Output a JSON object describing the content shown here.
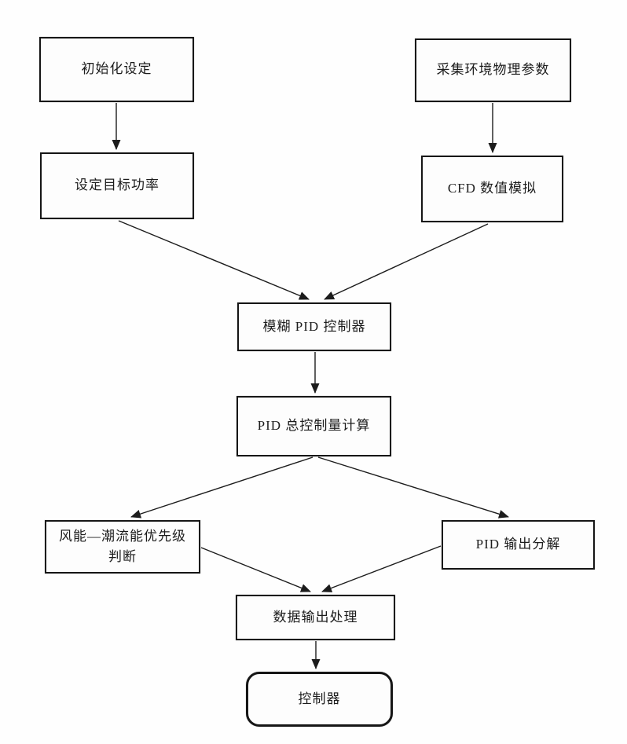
{
  "diagram": {
    "kind": "flowchart",
    "background_color": "#fefefe",
    "line_color": "#1c1c1c",
    "box_fill_color": "#fdfdfd",
    "nodes": [
      {
        "id": "init",
        "label": "初始化设定",
        "shape": "rect"
      },
      {
        "id": "collect",
        "label": "采集环境物理参数",
        "shape": "rect"
      },
      {
        "id": "target",
        "label": "设定目标功率",
        "shape": "rect"
      },
      {
        "id": "cfd",
        "label": "CFD 数值模拟",
        "shape": "rect"
      },
      {
        "id": "fuzzy",
        "label": "模糊 PID 控制器",
        "shape": "rect"
      },
      {
        "id": "total",
        "label": "PID 总控制量计算",
        "shape": "rect"
      },
      {
        "id": "priority",
        "label": "风能—潮流能优先级判断",
        "shape": "rect"
      },
      {
        "id": "decomp",
        "label": "PID 输出分解",
        "shape": "rect"
      },
      {
        "id": "dataout",
        "label": "数据输出处理",
        "shape": "rect"
      },
      {
        "id": "controller",
        "label": "控制器",
        "shape": "rounded-rect"
      }
    ],
    "edges": [
      {
        "from": "init",
        "to": "target",
        "style": "arrow"
      },
      {
        "from": "collect",
        "to": "cfd",
        "style": "arrow"
      },
      {
        "from": "target",
        "to": "fuzzy",
        "style": "arrow"
      },
      {
        "from": "cfd",
        "to": "fuzzy",
        "style": "arrow"
      },
      {
        "from": "fuzzy",
        "to": "total",
        "style": "arrow"
      },
      {
        "from": "total",
        "to": "priority",
        "style": "arrow"
      },
      {
        "from": "total",
        "to": "decomp",
        "style": "arrow"
      },
      {
        "from": "priority",
        "to": "dataout",
        "style": "arrow"
      },
      {
        "from": "decomp",
        "to": "dataout",
        "style": "arrow"
      },
      {
        "from": "dataout",
        "to": "controller",
        "style": "arrow"
      }
    ]
  }
}
